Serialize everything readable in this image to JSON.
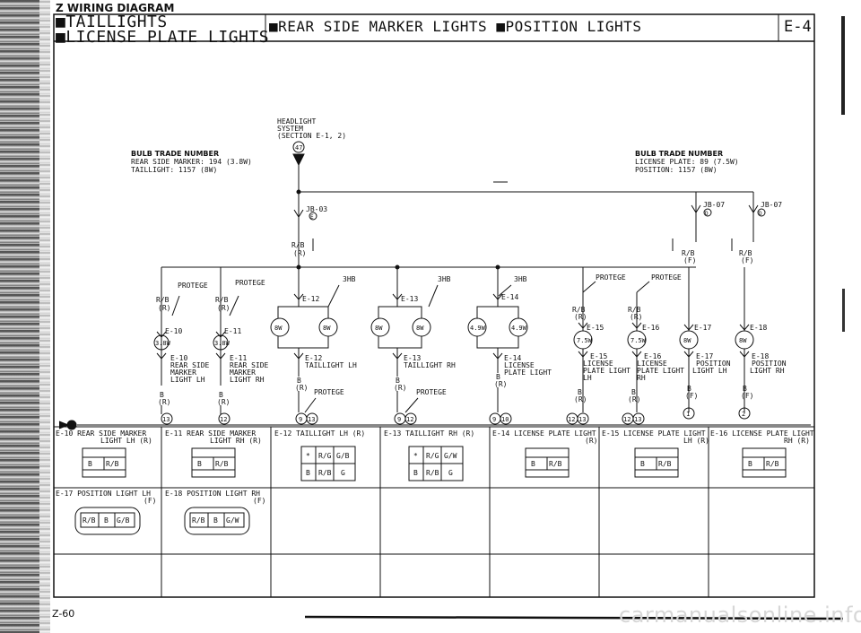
{
  "header": {
    "section_mark": "Z WIRING DIAGRAM",
    "title_line1": "■TAILLIGHTS",
    "title_line2": "■LICENSE PLATE LIGHTS",
    "title_line3": "■REAR SIDE MARKER LIGHTS ■POSITION LIGHTS",
    "code": "E-4"
  },
  "source": {
    "label_line1": "HEADLIGHT",
    "label_line2": "SYSTEM",
    "label_line3": "(SECTION E-1, 2)",
    "pin": "47"
  },
  "bulb_left": {
    "heading": "BULB TRADE NUMBER",
    "line1": "REAR SIDE MARKER: 194 (3.8W)",
    "line2": "TAILLIGHT: 1157 (8W)"
  },
  "bulb_right": {
    "heading": "BULB TRADE NUMBER",
    "line1": "LICENSE PLATE: 89 (7.5W)",
    "line2": "POSITION: 1157 (8W)"
  },
  "junctions": {
    "jb03": "JB-03",
    "jb03_pin": "E",
    "jb07a": "JB-07",
    "jb07a_pin": "D",
    "jb07b": "JB-07",
    "jb07b_pin": "D"
  },
  "wires": {
    "rb_r": "R/B",
    "r": "(R)",
    "rb": "R/B",
    "f": "(F)",
    "b": "B",
    "three_hb": "3HB",
    "protege": "PROTEGE"
  },
  "components": [
    {
      "id": "E-10",
      "rating": "3.8W",
      "desc1": "REAR SIDE",
      "desc2": "MARKER",
      "desc3": "LIGHT LH",
      "gnd_pin": "13",
      "variant": "PROTEGE"
    },
    {
      "id": "E-11",
      "rating": "3.8W",
      "desc1": "REAR SIDE",
      "desc2": "MARKER",
      "desc3": "LIGHT RH",
      "gnd_pin": "12",
      "variant": "PROTEGE"
    },
    {
      "id": "E-12",
      "rating": "8W",
      "desc1": "TAILLIGHT LH",
      "desc2": "",
      "desc3": "",
      "gnd_pin": "9",
      "gnd_pin2": "13",
      "variant": "PROTEGE"
    },
    {
      "id": "E-13",
      "rating": "8W",
      "desc1": "TAILLIGHT RH",
      "desc2": "",
      "desc3": "",
      "gnd_pin": "9",
      "gnd_pin2": "12",
      "variant": "PROTEGE"
    },
    {
      "id": "E-14",
      "rating": "4.9W",
      "desc1": "LICENSE",
      "desc2": "PLATE LIGHT",
      "desc3": "",
      "gnd_pin": "9",
      "gnd_pin2": "10"
    },
    {
      "id": "E-15",
      "rating": "7.5W",
      "desc1": "LICENSE",
      "desc2": "PLATE LIGHT",
      "desc3": "LH",
      "gnd_pin": "12",
      "gnd_pin2": "13"
    },
    {
      "id": "E-16",
      "rating": "7.5W",
      "desc1": "LICENSE",
      "desc2": "PLATE LIGHT",
      "desc3": "RH",
      "gnd_pin": "12",
      "gnd_pin2": "13"
    },
    {
      "id": "E-17",
      "rating": "8W",
      "desc1": "POSITION",
      "desc2": "LIGHT LH",
      "desc3": "",
      "gnd_pin": "1"
    },
    {
      "id": "E-18",
      "rating": "8W",
      "desc1": "POSITION",
      "desc2": "LIGHT RH",
      "desc3": "",
      "gnd_pin": "2"
    }
  ],
  "connector_table": {
    "row1": [
      {
        "title": "E-10 REAR SIDE MARKER",
        "title2": "LIGHT LH (R)",
        "pins": [
          "B",
          "R/B"
        ]
      },
      {
        "title": "E-11 REAR SIDE MARKER",
        "title2": "LIGHT RH (R)",
        "pins": [
          "B",
          "R/B"
        ]
      },
      {
        "title": "E-12 TAILLIGHT LH (R)",
        "title2": "",
        "pins_top": [
          "*",
          "R/G",
          "G/B"
        ],
        "pins": [
          "B",
          "R/B",
          "G"
        ]
      },
      {
        "title": "E-13 TAILLIGHT RH (R)",
        "title2": "",
        "pins_top": [
          "*",
          "R/G",
          "G/W"
        ],
        "pins": [
          "B",
          "R/B",
          "G"
        ]
      },
      {
        "title": "E-14 LICENSE PLATE LIGHT",
        "title2": "(R)",
        "pins": [
          "B",
          "R/B"
        ]
      },
      {
        "title": "E-15 LICENSE PLATE LIGHT",
        "title2": "LH (R)",
        "pins": [
          "B",
          "R/B"
        ]
      },
      {
        "title": "E-16 LICENSE PLATE LIGHT",
        "title2": "RH (R)",
        "pins": [
          "B",
          "R/B"
        ]
      }
    ],
    "row2": [
      {
        "title": "E-17 POSITION LIGHT LH",
        "title2": "(F)",
        "pins": [
          "R/B",
          "B",
          "G/B"
        ]
      },
      {
        "title": "E-18 POSITION LIGHT RH",
        "title2": "(F)",
        "pins": [
          "R/B",
          "B",
          "G/W"
        ]
      }
    ]
  },
  "footer": {
    "page": "Z-60",
    "watermark": "carmanualsonline.info"
  }
}
